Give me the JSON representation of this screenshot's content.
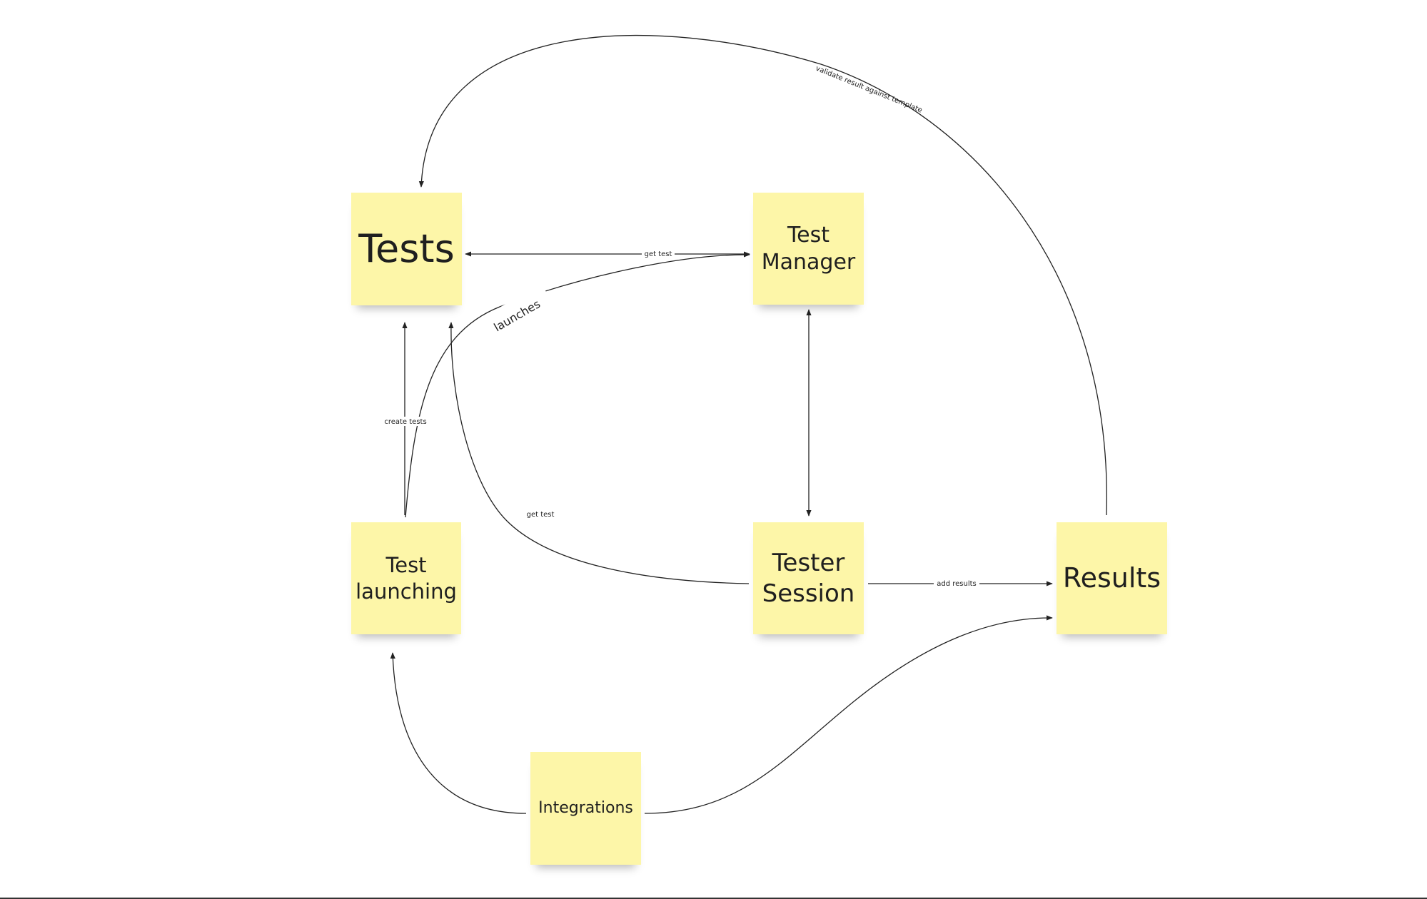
{
  "nodes": {
    "tests": {
      "label": "Tests"
    },
    "test_manager": {
      "label": "Test\nManager"
    },
    "test_launching": {
      "label": "Test\nlaunching"
    },
    "tester_session": {
      "label": "Tester\nSession"
    },
    "results": {
      "label": "Results"
    },
    "integrations": {
      "label": "Integrations"
    }
  },
  "edges": {
    "validate": {
      "label": "validate result against template"
    },
    "get_test_top": {
      "label": "get test"
    },
    "launches": {
      "label": "launches"
    },
    "create_tests": {
      "label": "create tests"
    },
    "get_test_bottom": {
      "label": "get test"
    },
    "add_results": {
      "label": "add results"
    }
  },
  "colors": {
    "note": "#fdf6a8",
    "line": "#222222",
    "background": "#ffffff"
  }
}
